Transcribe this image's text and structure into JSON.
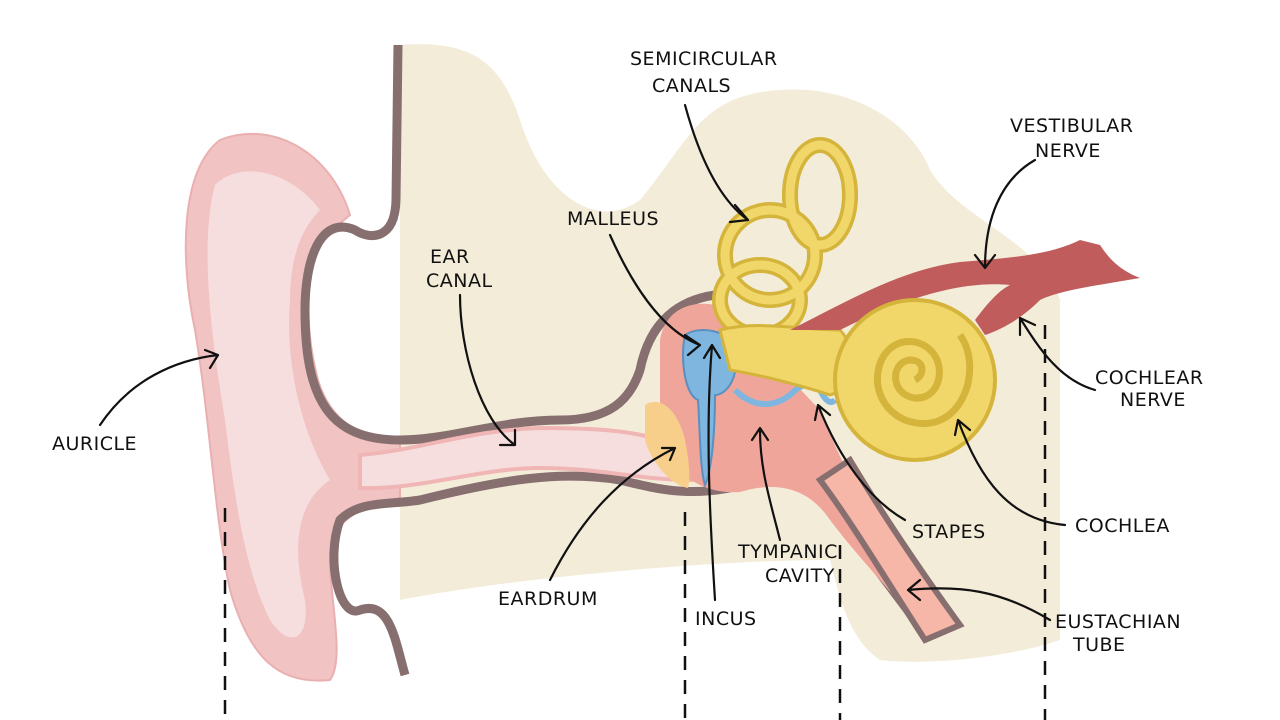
{
  "title": "Anatomy of the ear",
  "colors": {
    "background_tissue": "#f3ecd9",
    "auricle": "#f2c3c3",
    "auricle_light": "#f6dede",
    "outline": "#876f70",
    "middle_ear": "#f0a59a",
    "ossicles_blue": "#7fb6e0",
    "inner_ear": "#f1d66a",
    "inner_ear_dark": "#d4b43a",
    "nerve": "#c05c5c",
    "eardrum": "#f8cf8a"
  },
  "labels": {
    "semicircular_canals": [
      "SEMICIRCULAR",
      "CANALS"
    ],
    "vestibular_nerve": [
      "VESTIBULAR",
      "NERVE"
    ],
    "malleus": "MALLEUS",
    "ear_canal": [
      "EAR",
      "CANAL"
    ],
    "auricle": "AURICLE",
    "cochlear_nerve": [
      "COCHLEAR",
      "NERVE"
    ],
    "stapes": "STAPES",
    "cochlea": "COCHLEA",
    "tympanic_cavity": [
      "TYMPANIC",
      "CAVITY"
    ],
    "eardrum": "EARDRUM",
    "incus": "INCUS",
    "eustachian_tube": [
      "EUSTACHIAN",
      "TUBE"
    ]
  }
}
